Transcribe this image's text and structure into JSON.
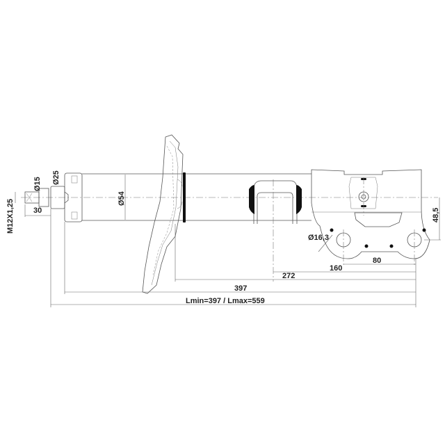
{
  "drawing": {
    "subject": "shock-absorber",
    "dimensions": {
      "thread": "M12X1,25",
      "thread_length": "30",
      "rod_diameter": "Ø15",
      "collar_diameter": "Ø25",
      "tube_diameter": "Ø54",
      "hole_diameter": "Ø16,3",
      "hole_spacing": "80",
      "hole_offset": "48,5",
      "to_lower_hole": "160",
      "bushing_to_end": "272",
      "body_length": "397",
      "length_range": "Lmin=397 / Lmax=559"
    }
  }
}
